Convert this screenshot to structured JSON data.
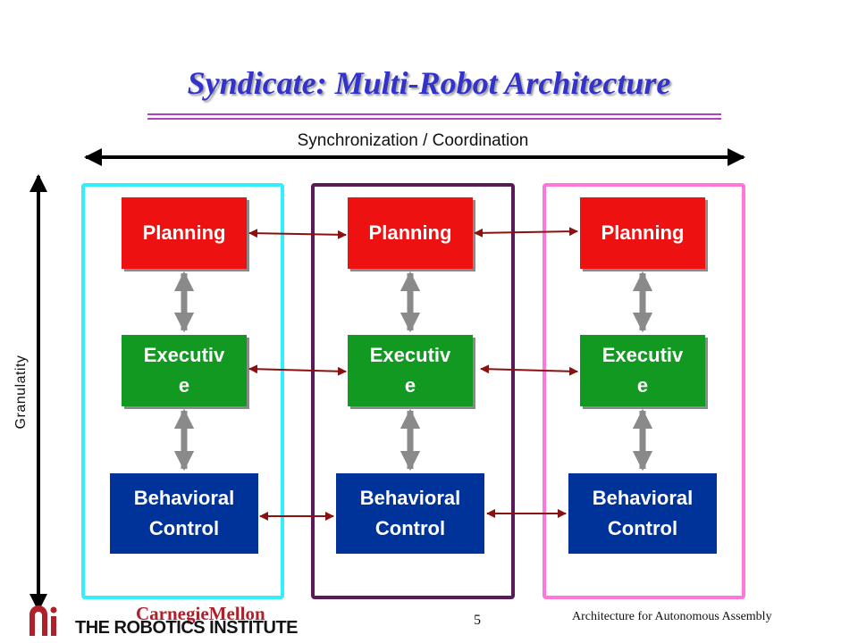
{
  "slide": {
    "title": "Syndicate: Multi-Robot Architecture",
    "sync_label": "Synchronization / Coordination",
    "granularity_label": "Granulatity",
    "page_number": "5",
    "footer_text": "Architecture for Autonomous Assembly"
  },
  "logo": {
    "university": "CarnegieMellon",
    "institute": "THE ROBOTICS INSTITUTE"
  },
  "robots": [
    {
      "frame_color": "#33eeff",
      "planning": "Planning",
      "executive": "Executiv\ne",
      "behavioral": "Behavioral\nControl"
    },
    {
      "frame_color": "#5a1a5a",
      "planning": "Planning",
      "executive": "Executiv\ne",
      "behavioral": "Behavioral\nControl"
    },
    {
      "frame_color": "#ff77dd",
      "planning": "Planning",
      "executive": "Executiv\ne",
      "behavioral": "Behavioral\nControl"
    }
  ],
  "colors": {
    "title": "#3333cc",
    "planning": "#ee1111",
    "executive": "#119922",
    "behavioral": "#003399",
    "peer_arrow": "#8b1010",
    "vertical_arrow": "#8a8a8a",
    "axis_arrow": "#000000"
  }
}
